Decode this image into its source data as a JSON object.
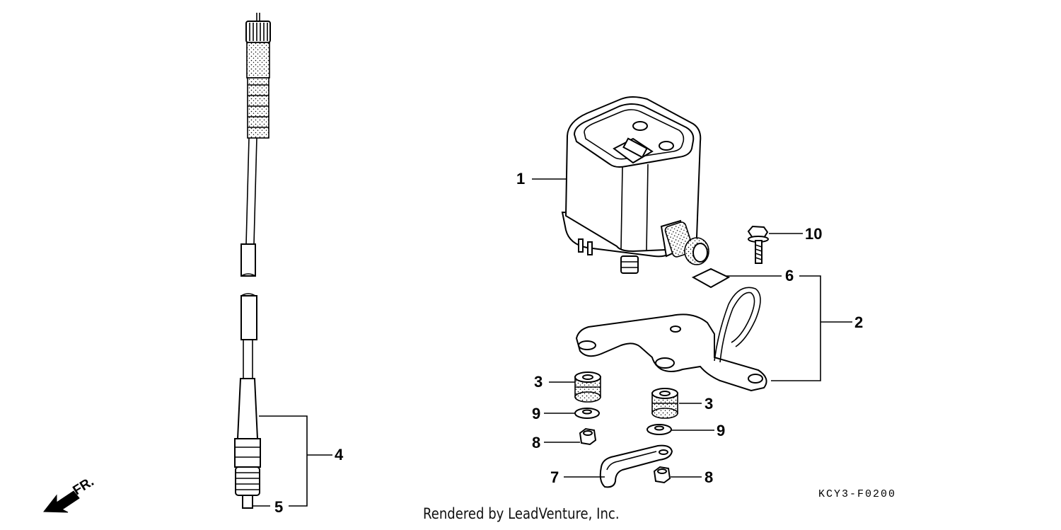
{
  "callouts": {
    "c1": "1",
    "c2": "2",
    "c3a": "3",
    "c3b": "3",
    "c4": "4",
    "c5": "5",
    "c6": "6",
    "c7": "7",
    "c8a": "8",
    "c8b": "8",
    "c9a": "9",
    "c9b": "9",
    "c10": "10"
  },
  "diagram_code": "KCY3-F0200",
  "direction_label": "FR.",
  "credit": "Rendered by LeadVenture, Inc.",
  "icons": {
    "direction": "arrow-front-icon"
  }
}
